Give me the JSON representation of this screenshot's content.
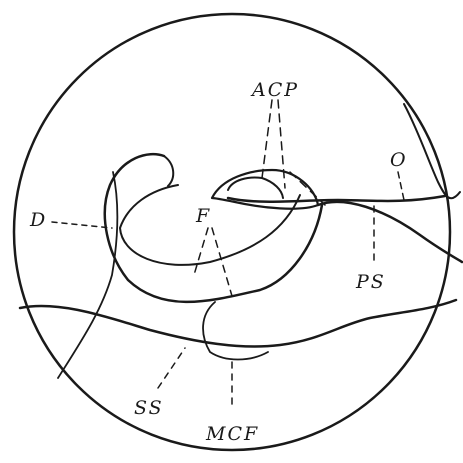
{
  "labels": {
    "acp": "ACP",
    "o": "O",
    "d": "D",
    "f": "F",
    "ps": "PS",
    "ss": "SS",
    "mcf": "MCF"
  }
}
